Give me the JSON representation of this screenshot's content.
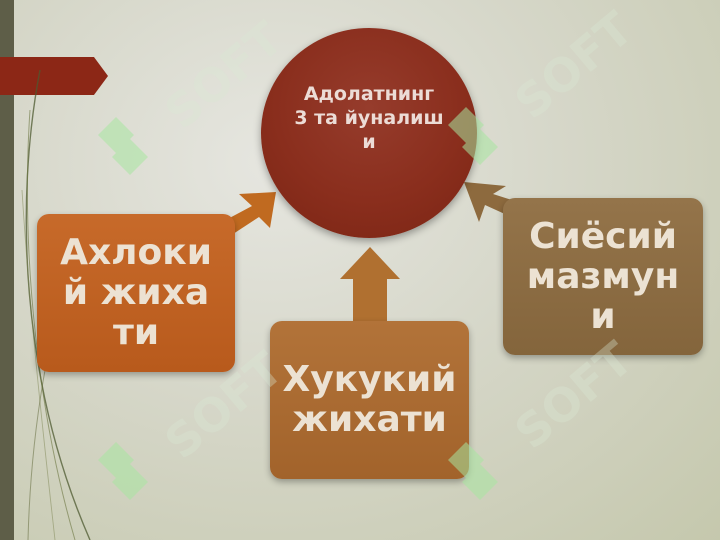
{
  "diagram": {
    "center": {
      "label": "Адолатнинг 3 та йуналиши",
      "color": "#8a2e1d"
    },
    "nodes": [
      {
        "id": "left",
        "label": "Ахлокий жихати",
        "color": "#c06526"
      },
      {
        "id": "bottom",
        "label": "Хукукий жихати",
        "color": "#ab6c34"
      },
      {
        "id": "right",
        "label": "Сиёсий мазмуни",
        "color": "#8c6d44"
      }
    ],
    "arrow_colors": [
      "#c06a20",
      "#b07030",
      "#8d6a3e"
    ]
  },
  "watermark": {
    "text": "SOFT",
    "color": "#a8e6a0"
  },
  "theme": {
    "accent": "#8c2716",
    "sidebar": "#5e5e48"
  }
}
